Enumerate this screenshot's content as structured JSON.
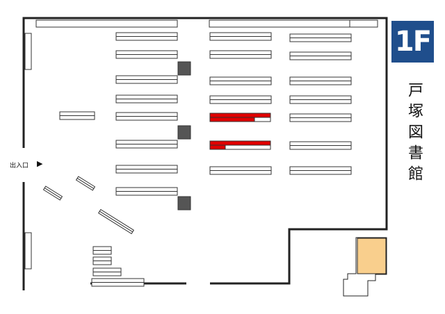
{
  "floor": {
    "label": "1F",
    "color": "#1f4e8c"
  },
  "library_name": "戸塚図書館",
  "entrance": {
    "label": "出入口",
    "arrow": "▶"
  },
  "colors": {
    "wall": "#222222",
    "shelf_stroke": "#333333",
    "shelf_fill": "#ffffff",
    "pillar": "#555555",
    "highlight": "#e00000",
    "room": "#f9cf8d"
  },
  "highlighted_shelves": 2
}
